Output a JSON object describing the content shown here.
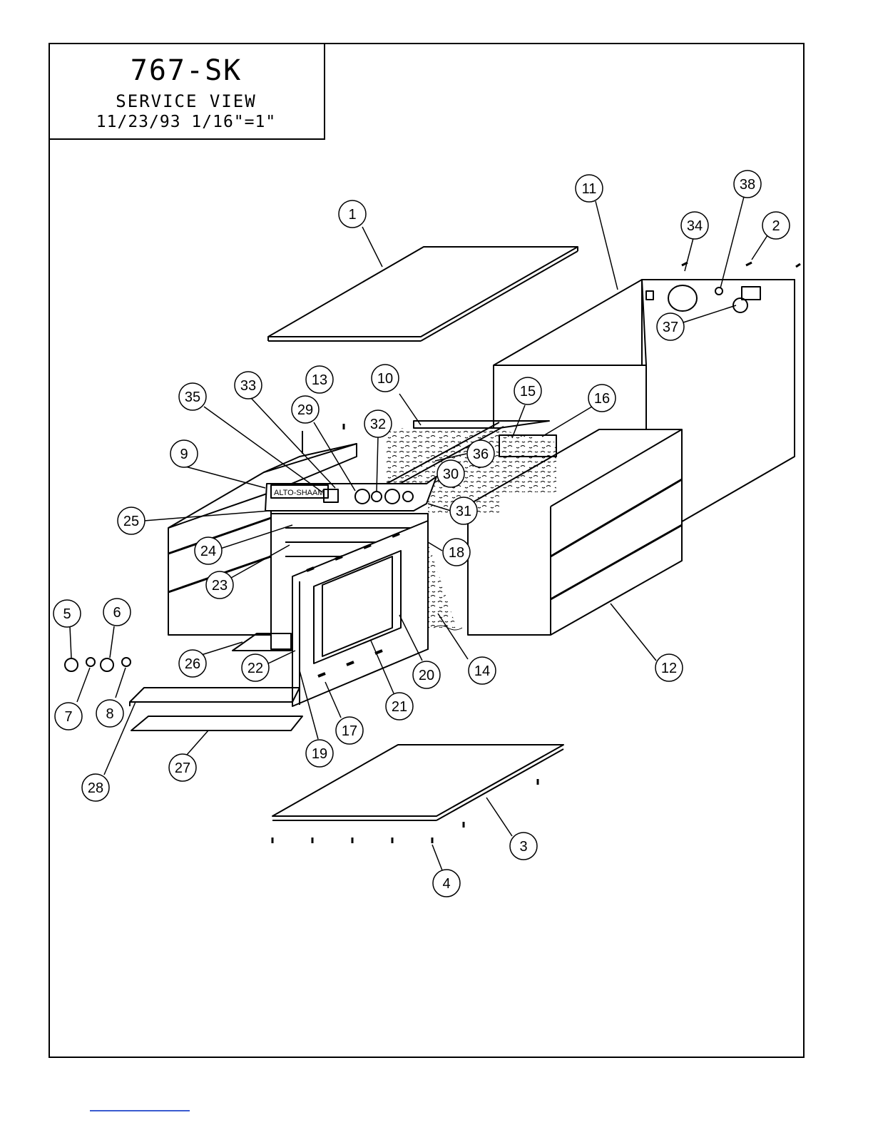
{
  "title": {
    "model": "767-SK",
    "view": "SERVICE VIEW",
    "meta": "11/23/93 1/16\"=1\""
  },
  "brand_label": "ALTO-SHAAM",
  "callouts": [
    {
      "id": "c1",
      "label": "1"
    },
    {
      "id": "c2",
      "label": "2"
    },
    {
      "id": "c3",
      "label": "3"
    },
    {
      "id": "c4",
      "label": "4"
    },
    {
      "id": "c5",
      "label": "5"
    },
    {
      "id": "c6",
      "label": "6"
    },
    {
      "id": "c7",
      "label": "7"
    },
    {
      "id": "c8",
      "label": "8"
    },
    {
      "id": "c9",
      "label": "9"
    },
    {
      "id": "c10",
      "label": "10"
    },
    {
      "id": "c11",
      "label": "11"
    },
    {
      "id": "c12",
      "label": "12"
    },
    {
      "id": "c13",
      "label": "13"
    },
    {
      "id": "c14",
      "label": "14"
    },
    {
      "id": "c15",
      "label": "15"
    },
    {
      "id": "c16",
      "label": "16"
    },
    {
      "id": "c17",
      "label": "17"
    },
    {
      "id": "c18",
      "label": "18"
    },
    {
      "id": "c19",
      "label": "19"
    },
    {
      "id": "c20",
      "label": "20"
    },
    {
      "id": "c21",
      "label": "21"
    },
    {
      "id": "c22",
      "label": "22"
    },
    {
      "id": "c23",
      "label": "23"
    },
    {
      "id": "c24",
      "label": "24"
    },
    {
      "id": "c25",
      "label": "25"
    },
    {
      "id": "c26",
      "label": "26"
    },
    {
      "id": "c27",
      "label": "27"
    },
    {
      "id": "c28",
      "label": "28"
    },
    {
      "id": "c29",
      "label": "29"
    },
    {
      "id": "c30",
      "label": "30"
    },
    {
      "id": "c31",
      "label": "31"
    },
    {
      "id": "c32",
      "label": "32"
    },
    {
      "id": "c33",
      "label": "33"
    },
    {
      "id": "c34",
      "label": "34"
    },
    {
      "id": "c35",
      "label": "35"
    },
    {
      "id": "c36",
      "label": "36"
    },
    {
      "id": "c37",
      "label": "37"
    },
    {
      "id": "c38",
      "label": "38"
    }
  ]
}
